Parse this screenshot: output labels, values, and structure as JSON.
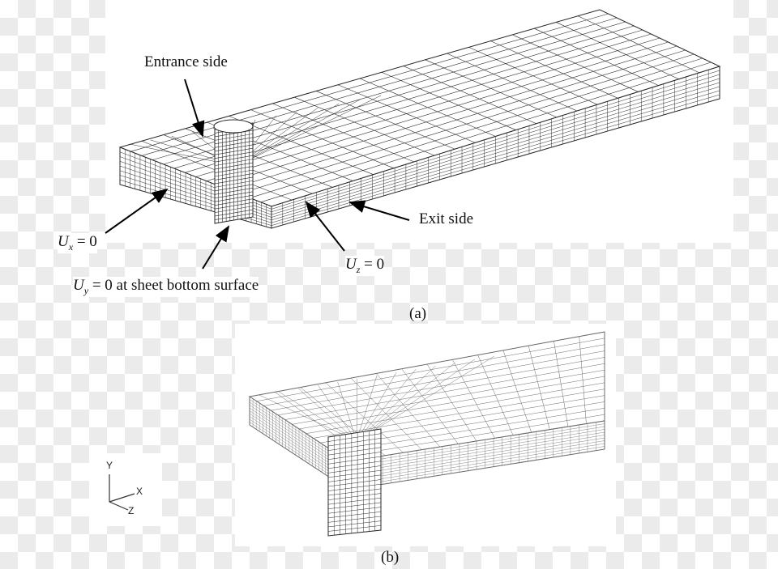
{
  "figure_a": {
    "caption": "(a)",
    "labels": {
      "entrance": "Entrance side",
      "exit": "Exit side",
      "ux_var": "U",
      "ux_sub": "x",
      "ux_rest": " = 0",
      "uy_var": "U",
      "uy_sub": "y",
      "uy_rest": " = 0 at sheet bottom surface",
      "uz_var": "U",
      "uz_sub": "z",
      "uz_rest": " = 0"
    }
  },
  "figure_b": {
    "caption": "(b)"
  },
  "triad": {
    "y": "Y",
    "x": "X",
    "z": "Z"
  },
  "colors": {
    "mesh": "#2a2a2a",
    "mesh_light": "#6a6a6a",
    "arrow": "#000000"
  }
}
